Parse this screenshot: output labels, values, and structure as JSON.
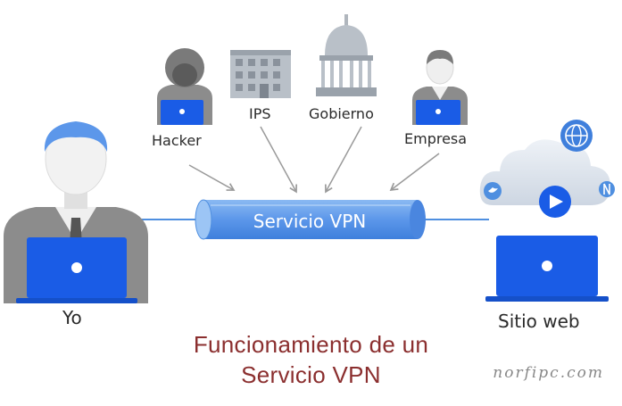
{
  "nodes": {
    "yo": "Yo",
    "hacker": "Hacker",
    "ips": "IPS",
    "gobierno": "Gobierno",
    "empresa": "Empresa",
    "sitio_web": "Sitio web"
  },
  "tunnel_label": "Servicio VPN",
  "caption": {
    "line1": "Funcionamiento de un",
    "line2": "Servicio VPN"
  },
  "watermark": "norfipc.com",
  "colors": {
    "laptop": "#1a5ce6",
    "tube": "#5c97ea",
    "link": "#4f8fe0",
    "arrow": "#9a9a9a",
    "person_dark": "#8c8c8c",
    "person_skin": "#efefef",
    "caption": "#8b2f2f"
  },
  "icons": [
    "person-icon",
    "laptop-icon",
    "hacker-icon",
    "building-icon",
    "capitol-icon",
    "cloud-icon",
    "globe-icon",
    "twitter-icon",
    "play-icon",
    "netflix-icon"
  ]
}
